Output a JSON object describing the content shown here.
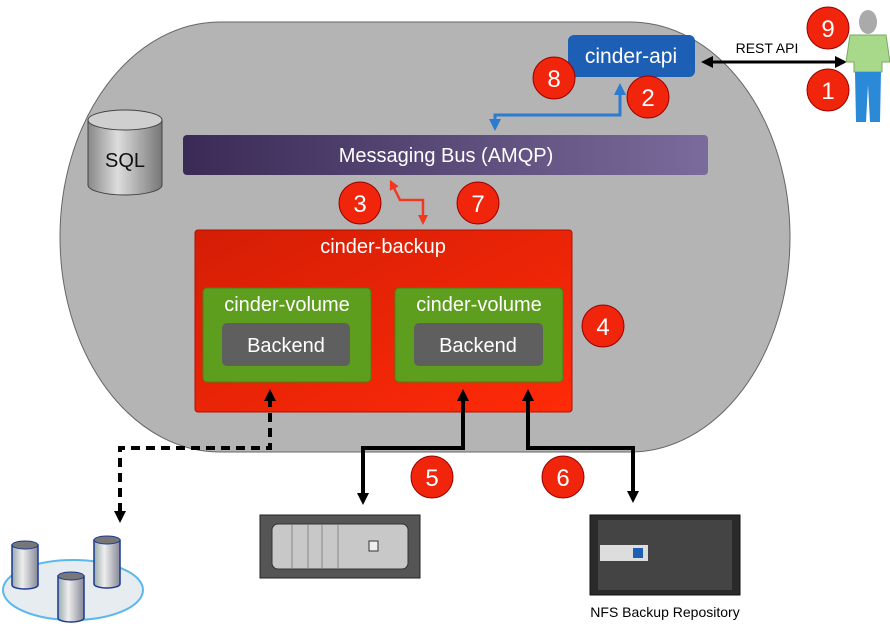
{
  "components": {
    "api": "cinder-api",
    "bus": "Messaging Bus (AMQP)",
    "sql": "SQL",
    "backup": "cinder-backup",
    "volume_left": "cinder-volume",
    "volume_right": "cinder-volume",
    "backend_left": "Backend",
    "backend_right": "Backend"
  },
  "labels": {
    "rest_api": "REST API",
    "nfs_repo": "NFS Backup Repository"
  },
  "steps": [
    "1",
    "2",
    "3",
    "4",
    "5",
    "6",
    "7",
    "8",
    "9"
  ],
  "colors": {
    "cloud": "#b4b4b4",
    "api": "#1d5fb5",
    "bus_start": "#3a2a55",
    "bus_end": "#7b6b9c",
    "backup": "#e8200a",
    "volume": "#5e9e1e",
    "backend": "#5f5f5f",
    "badge": "#f0250c",
    "blue_arrow": "#2b7bd0",
    "red_arrow": "#f03a20"
  }
}
